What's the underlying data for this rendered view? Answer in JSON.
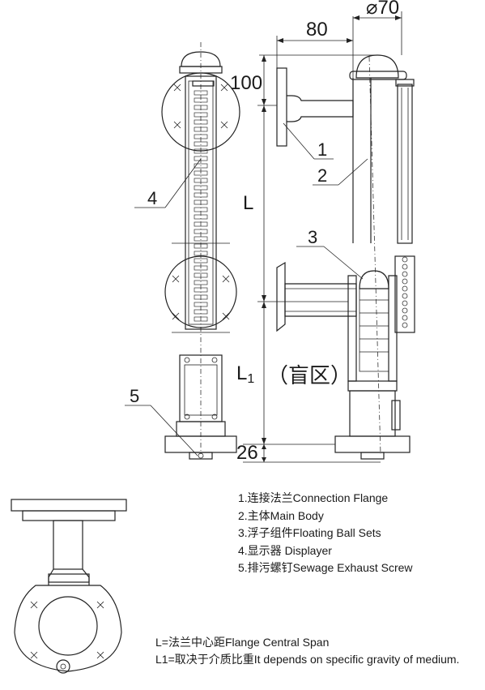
{
  "dimensions": {
    "d80": "80",
    "d70": "⌀70",
    "d100": "100",
    "dL": "L",
    "dL1_main": "L",
    "dL1_sub": "1",
    "d26": "26",
    "blind_zone": "（盲区）"
  },
  "callouts": [
    "1",
    "2",
    "3",
    "4",
    "5"
  ],
  "legend": [
    "1.连接法兰Connection Flange",
    "2.主体Main Body",
    "3.浮子组件Floating Ball Sets",
    "4.显示器 Displayer",
    "5.排污螺钉Sewage Exhaust Screw"
  ],
  "notes": [
    "L=法兰中心距Flange Central Span",
    "L1=取决于介质比重It depends on specific gravity of medium."
  ]
}
